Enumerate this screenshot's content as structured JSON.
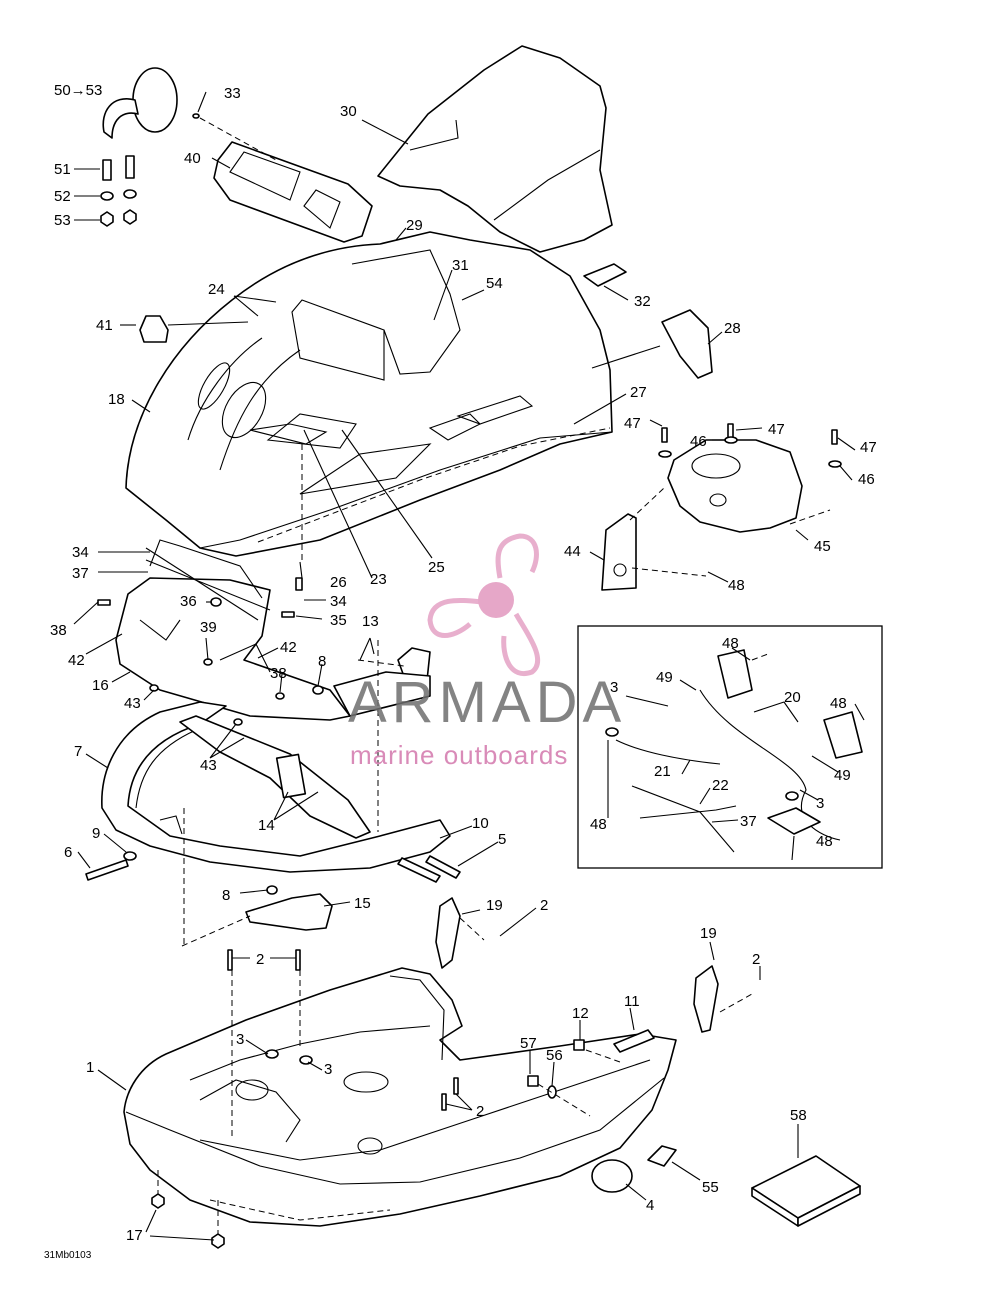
{
  "watermark": {
    "brand": "ARMADA",
    "tagline": "marine outboards",
    "color_pink": "#e6a7c8",
    "color_gray": "#6e6e6e"
  },
  "diagram_code": "31Mb0103",
  "callouts": [
    {
      "id": "c50",
      "text": "50→53"
    },
    {
      "id": "c33",
      "text": "33"
    },
    {
      "id": "c30",
      "text": "30"
    },
    {
      "id": "c51",
      "text": "51"
    },
    {
      "id": "c52",
      "text": "52"
    },
    {
      "id": "c53",
      "text": "53"
    },
    {
      "id": "c40",
      "text": "40"
    },
    {
      "id": "c29",
      "text": "29"
    },
    {
      "id": "c31",
      "text": "31"
    },
    {
      "id": "c54",
      "text": "54"
    },
    {
      "id": "c32",
      "text": "32"
    },
    {
      "id": "c24",
      "text": "24"
    },
    {
      "id": "c41",
      "text": "41"
    },
    {
      "id": "c28",
      "text": "28"
    },
    {
      "id": "c18",
      "text": "18"
    },
    {
      "id": "c27",
      "text": "27"
    },
    {
      "id": "c47a",
      "text": "47"
    },
    {
      "id": "c46a",
      "text": "46"
    },
    {
      "id": "c47b",
      "text": "47"
    },
    {
      "id": "c47c",
      "text": "47"
    },
    {
      "id": "c46b",
      "text": "46"
    },
    {
      "id": "c45",
      "text": "45"
    },
    {
      "id": "c44",
      "text": "44"
    },
    {
      "id": "c48a",
      "text": "48"
    },
    {
      "id": "c34a",
      "text": "34"
    },
    {
      "id": "c37a",
      "text": "37"
    },
    {
      "id": "c26",
      "text": "26"
    },
    {
      "id": "c23",
      "text": "23"
    },
    {
      "id": "c25",
      "text": "25"
    },
    {
      "id": "c36",
      "text": "36"
    },
    {
      "id": "c34b",
      "text": "34"
    },
    {
      "id": "c38a",
      "text": "38"
    },
    {
      "id": "c35",
      "text": "35"
    },
    {
      "id": "c39",
      "text": "39"
    },
    {
      "id": "c42a",
      "text": "42"
    },
    {
      "id": "c42b",
      "text": "42"
    },
    {
      "id": "c13",
      "text": "13"
    },
    {
      "id": "c16",
      "text": "16"
    },
    {
      "id": "c38b",
      "text": "38"
    },
    {
      "id": "c8a",
      "text": "8"
    },
    {
      "id": "c43a",
      "text": "43"
    },
    {
      "id": "c43b",
      "text": "43"
    },
    {
      "id": "c7",
      "text": "7"
    },
    {
      "id": "c14",
      "text": "14"
    },
    {
      "id": "c10",
      "text": "10"
    },
    {
      "id": "c9",
      "text": "9"
    },
    {
      "id": "c5",
      "text": "5"
    },
    {
      "id": "c6",
      "text": "6"
    },
    {
      "id": "c8b",
      "text": "8"
    },
    {
      "id": "c15",
      "text": "15"
    },
    {
      "id": "c48b",
      "text": "48"
    },
    {
      "id": "c49a",
      "text": "49"
    },
    {
      "id": "c3a",
      "text": "3"
    },
    {
      "id": "c20",
      "text": "20"
    },
    {
      "id": "c48c",
      "text": "48"
    },
    {
      "id": "c21",
      "text": "21"
    },
    {
      "id": "c49b",
      "text": "49"
    },
    {
      "id": "c3b",
      "text": "3"
    },
    {
      "id": "c22",
      "text": "22"
    },
    {
      "id": "c48d",
      "text": "48"
    },
    {
      "id": "c37b",
      "text": "37"
    },
    {
      "id": "c48e",
      "text": "48"
    },
    {
      "id": "c19a",
      "text": "19"
    },
    {
      "id": "c2a",
      "text": "2"
    },
    {
      "id": "c2b",
      "text": "2"
    },
    {
      "id": "c19b",
      "text": "19"
    },
    {
      "id": "c2c",
      "text": "2"
    },
    {
      "id": "c11",
      "text": "11"
    },
    {
      "id": "c12",
      "text": "12"
    },
    {
      "id": "c57",
      "text": "57"
    },
    {
      "id": "c56",
      "text": "56"
    },
    {
      "id": "c3c",
      "text": "3"
    },
    {
      "id": "c3d",
      "text": "3"
    },
    {
      "id": "c1",
      "text": "1"
    },
    {
      "id": "c2d",
      "text": "2"
    },
    {
      "id": "c58",
      "text": "58"
    },
    {
      "id": "c55",
      "text": "55"
    },
    {
      "id": "c4",
      "text": "4"
    },
    {
      "id": "c17",
      "text": "17"
    }
  ]
}
